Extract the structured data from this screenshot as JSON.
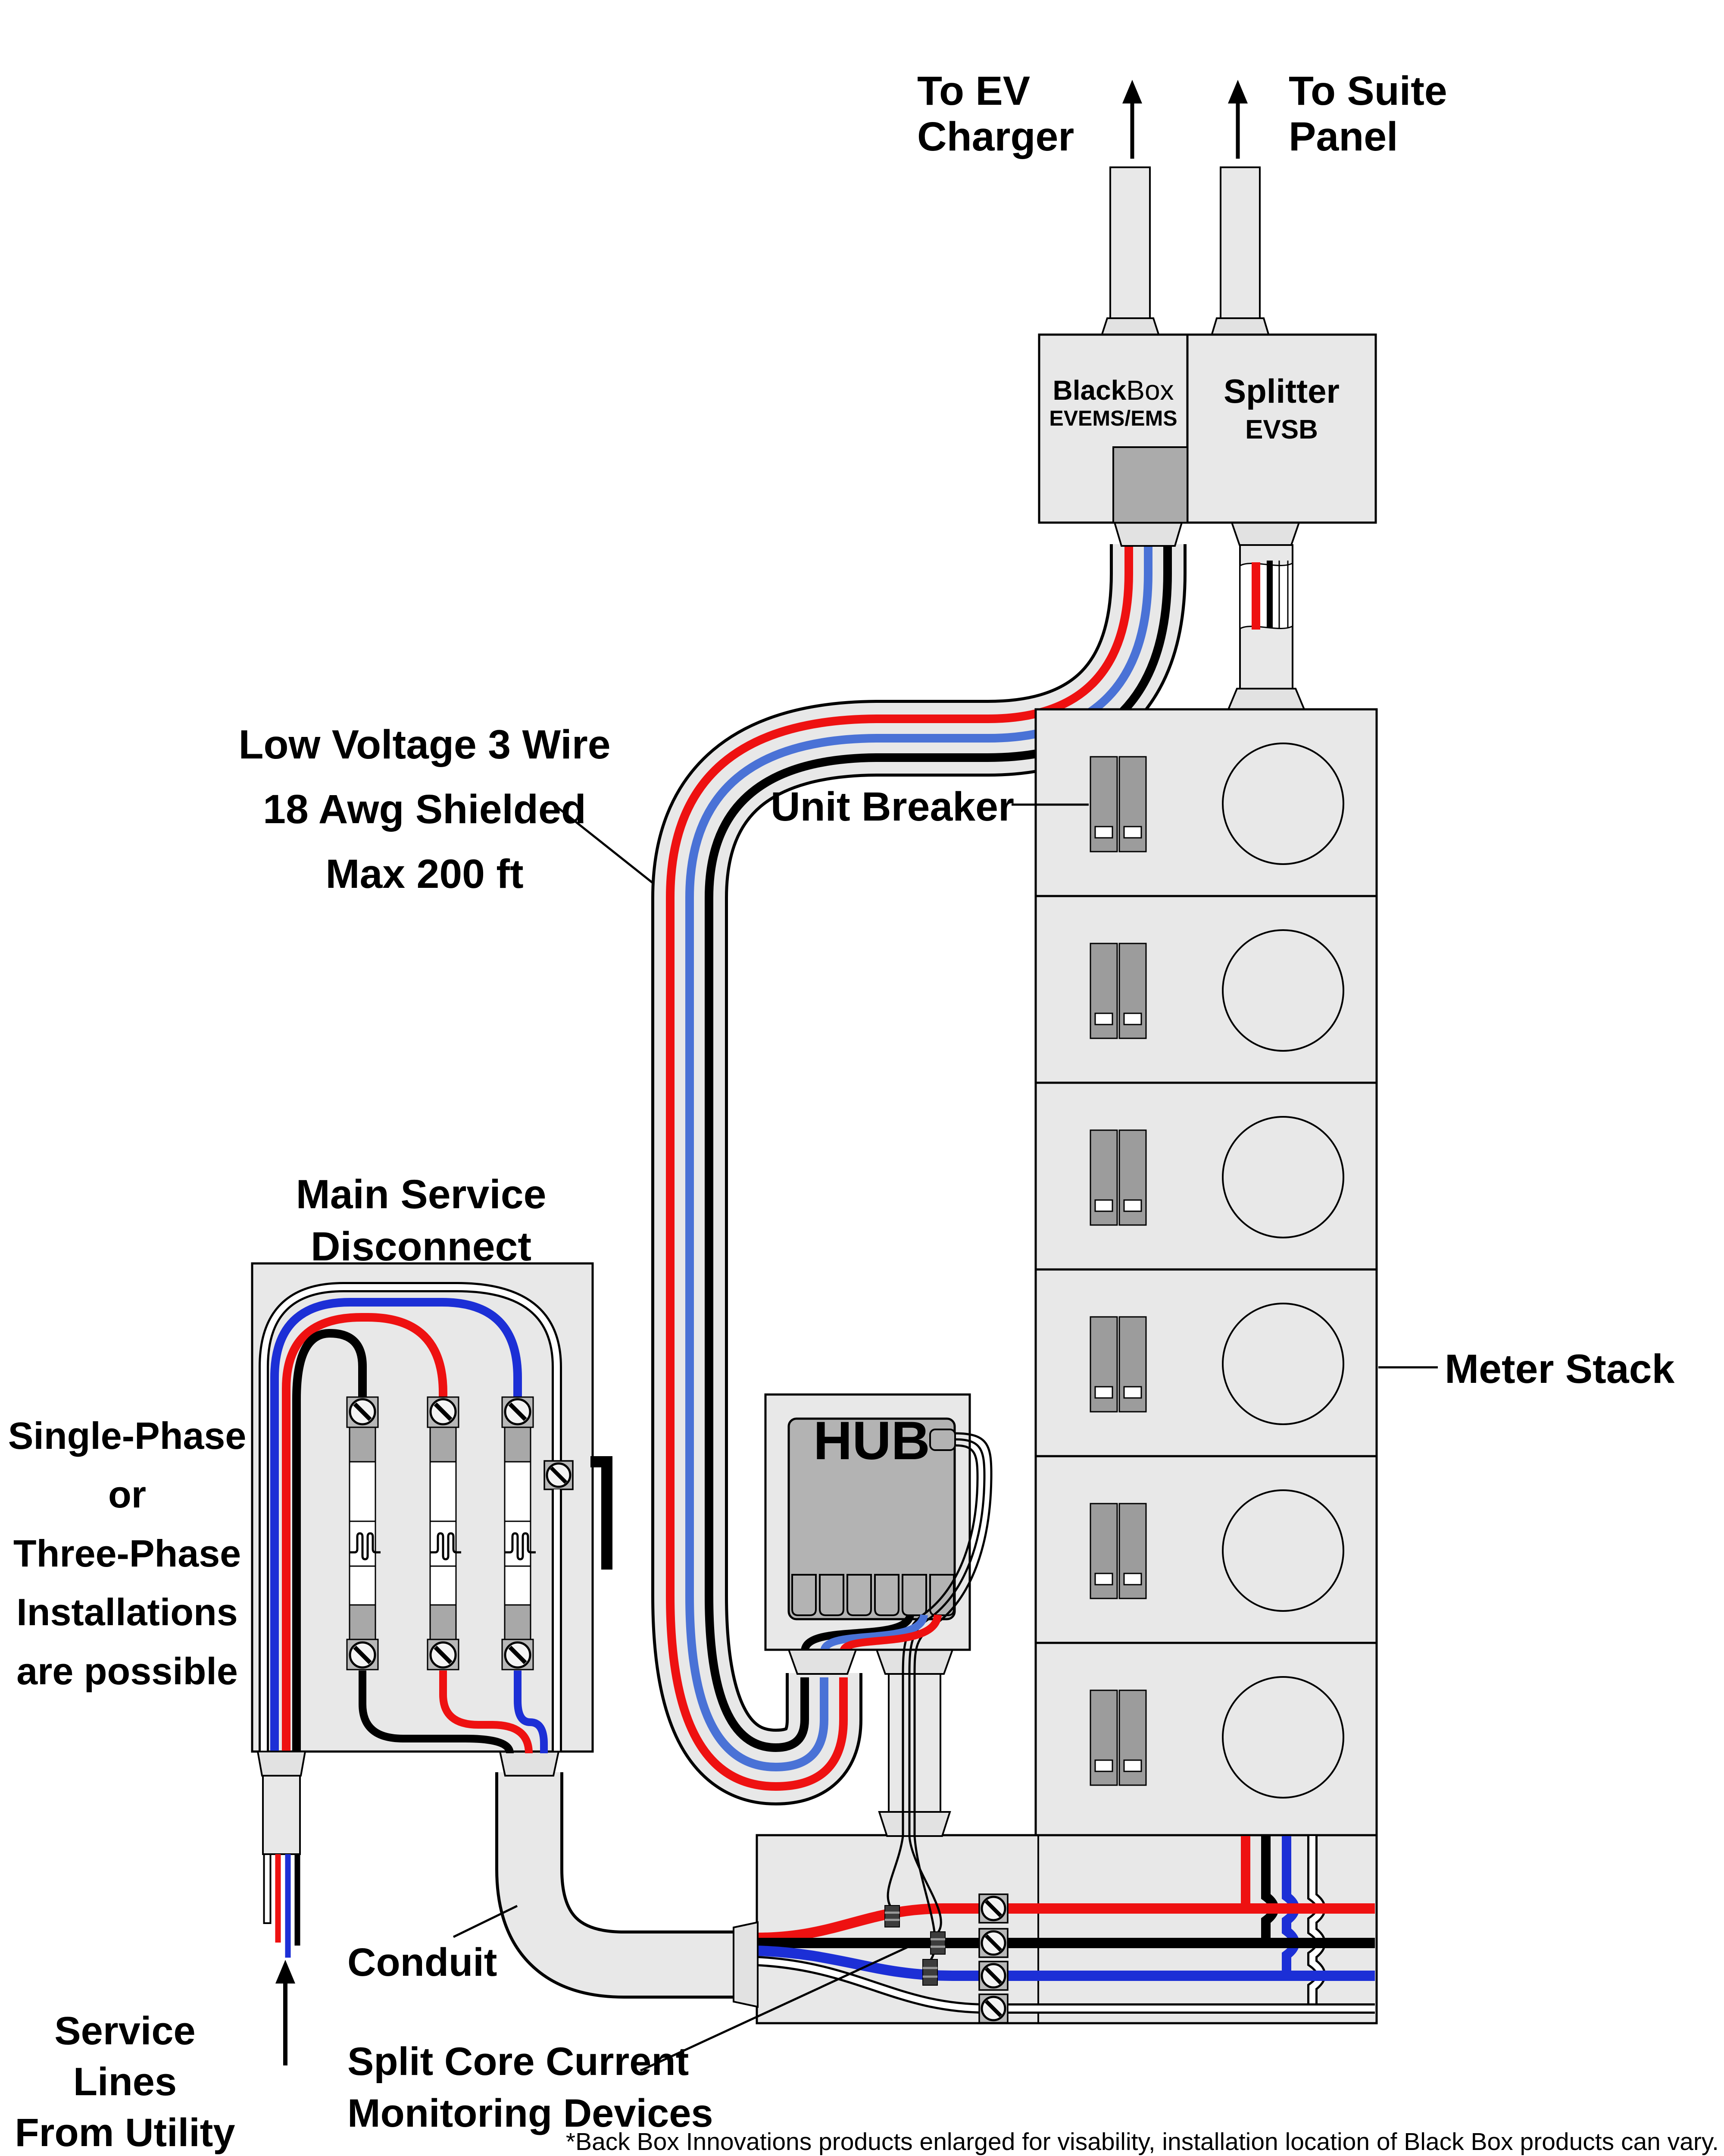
{
  "top": {
    "to_ev_charger": "To EV\nCharger",
    "to_suite_panel": "To Suite\nPanel"
  },
  "devices": {
    "blackbox": {
      "name_bold": "Black",
      "name_regular": "Box",
      "subtitle": "EVEMS/EMS"
    },
    "splitter": {
      "title": "Splitter",
      "subtitle": "EVSB"
    },
    "hub": {
      "title": "HUB"
    }
  },
  "labels": {
    "low_voltage": "Low Voltage 3 Wire\n18 Awg Shielded\nMax 200 ft",
    "unit_breaker": "Unit Breaker",
    "meter_stack": "Meter Stack",
    "main_service_disconnect": "Main Service\nDisconnect",
    "single_phase": "Single-Phase or\nThree-Phase\nInstallations\nare possible",
    "service_lines": "Service Lines\nFrom Utility",
    "conduit": "Conduit",
    "split_core": "Split Core Current\nMonitoring Devices",
    "footnote": "*Back Box Innovations products enlarged for visability, installation location of Black Box products can vary."
  },
  "meter_stack": {
    "cells": 6
  },
  "colors": {
    "red": "#ee1111",
    "power_blue": "#1c2fd6",
    "low_voltage_blue": "#4a72d6",
    "box_fill": "#e8e8e8",
    "fitting_fill": "#e2e2e2",
    "device_gray": "#b3b3b3",
    "breaker_gray": "#9c9c9c",
    "terminal_gray": "#b8b8b8",
    "ct_dark": "#3c3c3c"
  }
}
